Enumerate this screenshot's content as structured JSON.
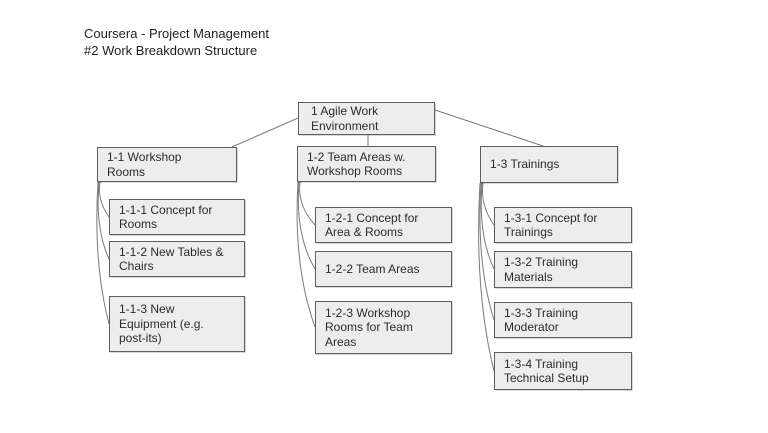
{
  "page": {
    "title_line1": "Coursera - Project Management",
    "title_line2": "#2 Work Breakdown Structure"
  },
  "colors": {
    "background": "#ffffff",
    "box_fill": "#ededed",
    "box_border": "#5e5e5e",
    "connector": "#7a7a7a",
    "text": "#2b2b2b"
  },
  "wbs": {
    "root": {
      "id": "1",
      "label": "1 Agile Work Environment",
      "lines": [
        "1 Agile Work",
        "Environment"
      ]
    },
    "branches": [
      {
        "parent": {
          "id": "1-1",
          "label": "1-1 Workshop Rooms",
          "lines": [
            "1-1 Workshop",
            "Rooms"
          ]
        },
        "children": [
          {
            "id": "1-1-1",
            "label": "1-1-1 Concept for Rooms",
            "lines": [
              "1-1-1 Concept for",
              "Rooms"
            ]
          },
          {
            "id": "1-1-2",
            "label": "1-1-2 New Tables & Chairs",
            "lines": [
              "1-1-2 New Tables &",
              "Chairs"
            ]
          },
          {
            "id": "1-1-3",
            "label": "1-1-3 New Equipment (e.g. post-its)",
            "lines": [
              "1-1-3 New",
              "Equipment (e.g.",
              "post-its)"
            ]
          }
        ]
      },
      {
        "parent": {
          "id": "1-2",
          "label": "1-2 Team Areas w. Workshop Rooms",
          "lines": [
            "1-2 Team Areas w.",
            "Workshop Rooms"
          ]
        },
        "children": [
          {
            "id": "1-2-1",
            "label": "1-2-1 Concept for Area & Rooms",
            "lines": [
              "1-2-1 Concept for",
              "Area & Rooms"
            ]
          },
          {
            "id": "1-2-2",
            "label": "1-2-2 Team Areas",
            "lines": [
              "1-2-2 Team Areas"
            ]
          },
          {
            "id": "1-2-3",
            "label": "1-2-3 Workshop Rooms for Team Areas",
            "lines": [
              "1-2-3 Workshop",
              "Rooms for Team",
              "Areas"
            ]
          }
        ]
      },
      {
        "parent": {
          "id": "1-3",
          "label": "1-3 Trainings",
          "lines": [
            "1-3 Trainings"
          ]
        },
        "children": [
          {
            "id": "1-3-1",
            "label": "1-3-1 Concept for Trainings",
            "lines": [
              "1-3-1 Concept for",
              "Trainings"
            ]
          },
          {
            "id": "1-3-2",
            "label": "1-3-2 Training Materials",
            "lines": [
              "1-3-2 Training",
              "Materials"
            ]
          },
          {
            "id": "1-3-3",
            "label": "1-3-3 Training Moderator",
            "lines": [
              "1-3-3 Training",
              "Moderator"
            ]
          },
          {
            "id": "1-3-4",
            "label": "1-3-4 Training Technical Setup",
            "lines": [
              "1-3-4 Training",
              "Technical Setup"
            ]
          }
        ]
      }
    ]
  }
}
